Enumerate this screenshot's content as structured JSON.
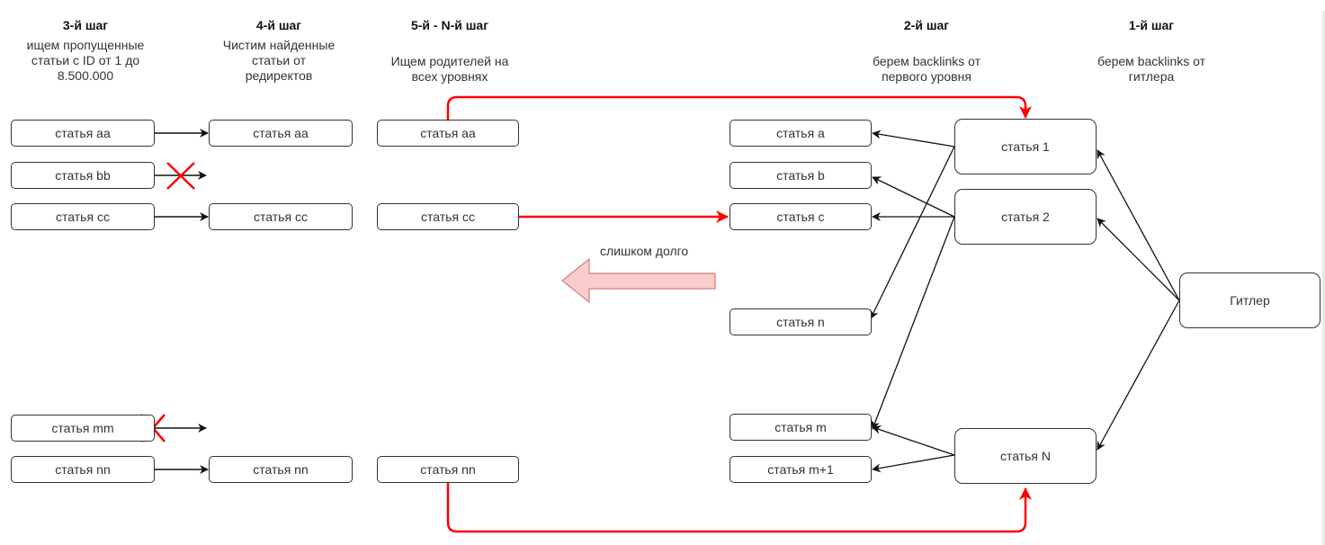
{
  "steps": [
    {
      "id": "step3",
      "title": "3-й шаг",
      "desc": [
        "ищем пропущенные",
        "статьи с ID от 1 до",
        "8.500.000"
      ]
    },
    {
      "id": "step4",
      "title": "4-й шаг",
      "desc": [
        "Чистим найденные",
        "статьи от",
        "редиректов"
      ]
    },
    {
      "id": "step5n",
      "title": "5-й - N-й шаг",
      "desc": [
        "Ищем родителей на",
        "всех уровнях"
      ]
    },
    {
      "id": "step2",
      "title": "2-й шаг",
      "desc": [
        "берем backlinks от",
        "первого уровня"
      ]
    },
    {
      "id": "step1",
      "title": "1-й шаг",
      "desc": [
        "берем backlinks от",
        "гитлера"
      ]
    }
  ],
  "col3": {
    "aa": "статья aa",
    "bb": "статья bb",
    "cc": "статья cc",
    "mm": "статья mm",
    "nn": "статья nn"
  },
  "col4": {
    "aa": "статья aa",
    "cc": "статья cc",
    "nn": "статья nn"
  },
  "col5": {
    "aa": "статья aa",
    "cc": "статья cc",
    "nn": "статья nn"
  },
  "col2": {
    "a": "статья a",
    "b": "статья b",
    "c": "статья c",
    "n": "статья n",
    "m": "статья m",
    "m1": "статья m+1"
  },
  "col1": {
    "s1": "статья 1",
    "s2": "статья 2",
    "sN": "статья N"
  },
  "root": "Гитлер",
  "note": "слишком долго",
  "colors": {
    "accent_red": "#ff0000",
    "arrow_fill": "#f8cecc",
    "arrow_stroke": "#d77b7b",
    "stroke": "#333333"
  }
}
